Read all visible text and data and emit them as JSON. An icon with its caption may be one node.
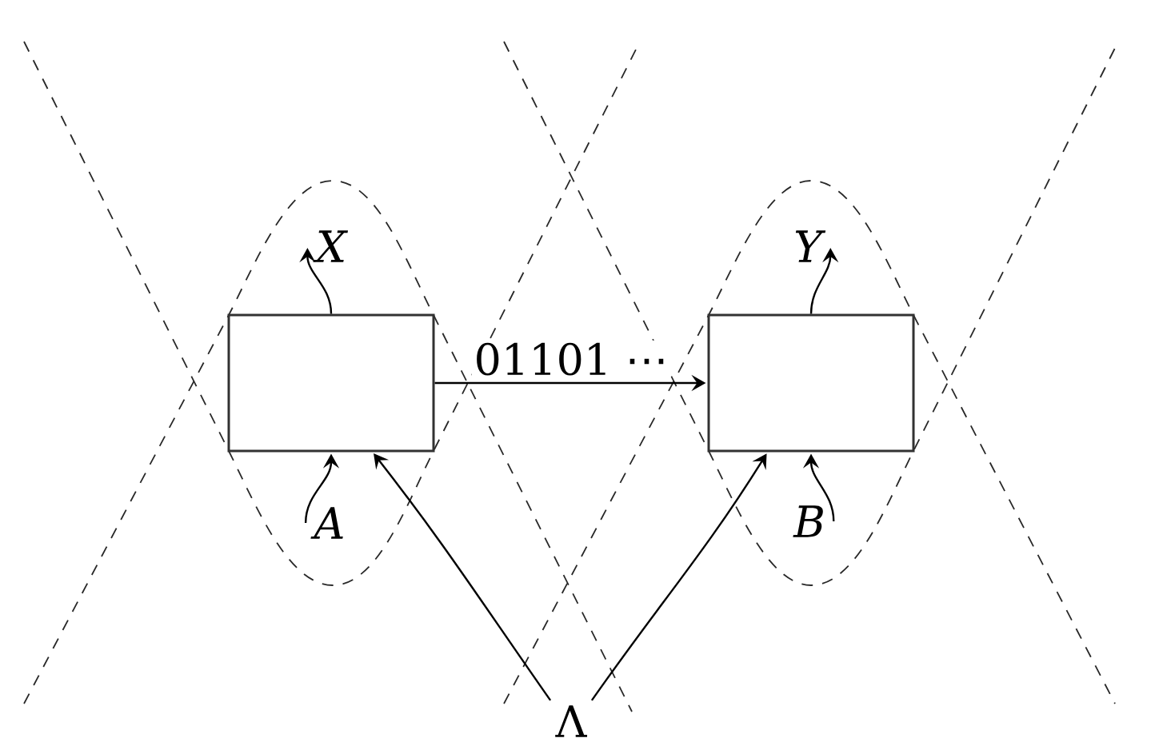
{
  "diagram": {
    "nodes": [
      {
        "text": [],
        "shape": "box"
      },
      {
        "text": [],
        "shape": "box"
      },
      {
        "text": [
          "X"
        ]
      },
      {
        "text": [
          "Y"
        ]
      },
      {
        "text": [
          "A"
        ]
      },
      {
        "text": [
          "B"
        ]
      },
      {
        "text": [
          "Λ"
        ]
      }
    ],
    "edges": [
      {
        "from": 0,
        "to": 1,
        "arrow": "to",
        "label": "01101 ⋯"
      },
      {
        "from": 0,
        "to": 2,
        "arrow": "to"
      },
      {
        "from": 1,
        "to": 3,
        "arrow": "to"
      },
      {
        "from": 4,
        "to": 0,
        "arrow": "to"
      },
      {
        "from": 5,
        "to": 1,
        "arrow": "to"
      },
      {
        "from": 6,
        "to": 0,
        "arrow": "to"
      },
      {
        "from": 6,
        "to": 1,
        "arrow": "to"
      }
    ]
  }
}
